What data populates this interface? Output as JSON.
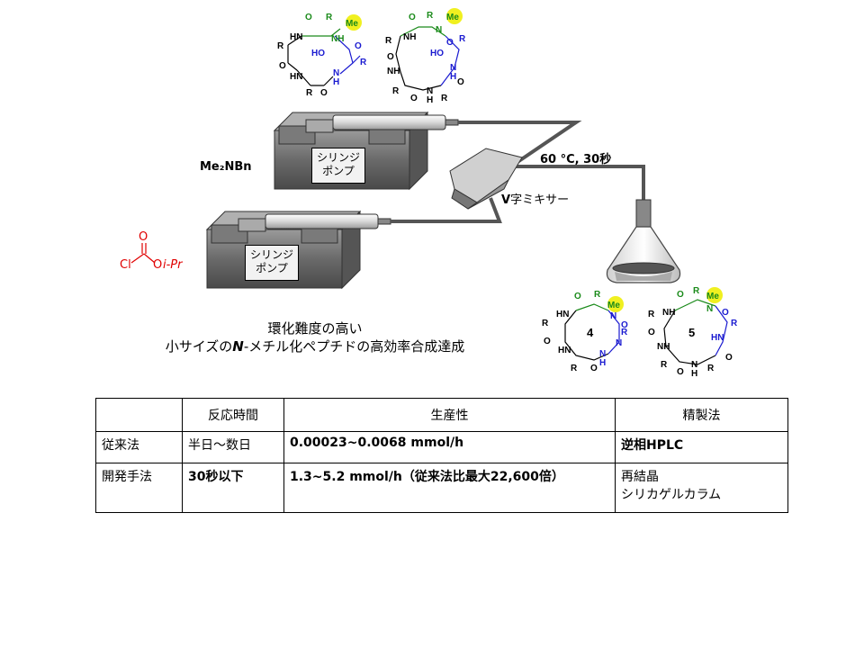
{
  "reagents": {
    "base": "Me₂NBn",
    "activator": {
      "cl": "Cl",
      "o": "O",
      "ipr": "i-Pr",
      "carbonyl_o": "O"
    }
  },
  "pumps": [
    {
      "line1": "シリンジ",
      "line2": "ポンプ"
    },
    {
      "line1": "シリンジ",
      "line2": "ポンプ"
    }
  ],
  "mixer": {
    "label_prefix": "V",
    "label_rest": "字ミキサー"
  },
  "conditions": "60 °C, 30秒",
  "products": {
    "small_ring": "4",
    "large_ring": "5",
    "methyl": "Me",
    "residue": "R"
  },
  "caption": {
    "line1": "環化難度の高い",
    "line2_prefix": "小サイズの",
    "line2_italic": "N",
    "line2_rest": "-メチル化ペプチドの高効率合成達成"
  },
  "table": {
    "headers": [
      "",
      "反応時間",
      "生産性",
      "精製法"
    ],
    "rows": [
      {
        "method": "従来法",
        "time": "半日〜数日",
        "productivity": "0.00023~0.0068 mmol/h",
        "purification": [
          "逆相HPLC"
        ]
      },
      {
        "method": "開発手法",
        "time": "30秒以下",
        "productivity": "1.3~5.2 mmol/h（従来法比最大22,600倍）",
        "purification": [
          "再結晶",
          "シリカゲルカラム"
        ]
      }
    ]
  },
  "colors": {
    "red": "#e00000",
    "green": "#1a8a1a",
    "blue": "#1a1ad0",
    "highlight": "#f0f020",
    "tube": "#555555"
  }
}
